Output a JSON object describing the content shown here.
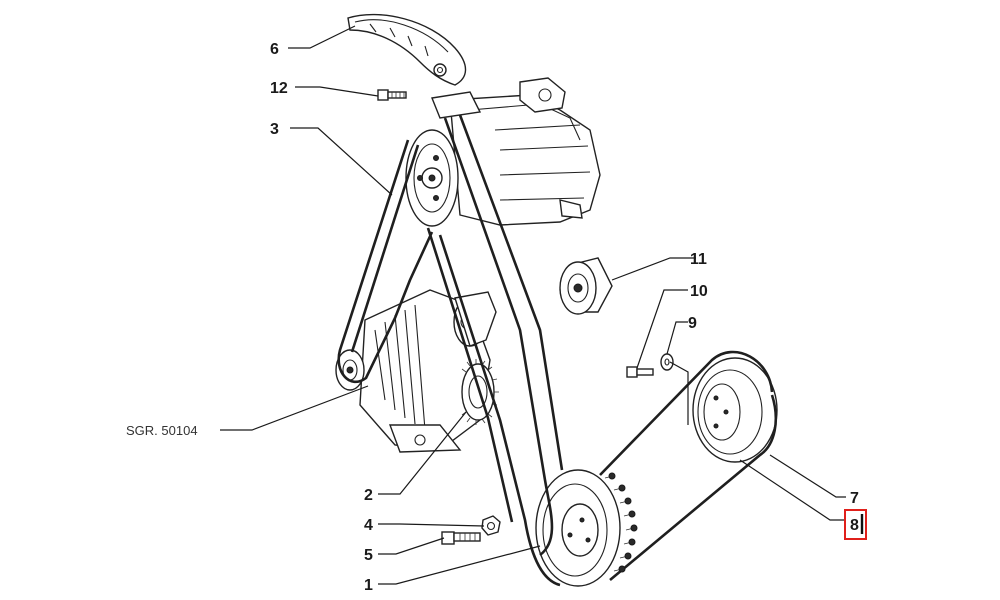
{
  "callouts": {
    "c1": "1",
    "c2": "2",
    "c3": "3",
    "c4": "4",
    "c5": "5",
    "c6": "6",
    "c7": "7",
    "c8": "8",
    "c9": "9",
    "c10": "10",
    "c11": "11",
    "c12": "12"
  },
  "reference": {
    "sgr": "SGR. 50104"
  },
  "highlight": {
    "color": "#e0201b",
    "target": "8"
  }
}
